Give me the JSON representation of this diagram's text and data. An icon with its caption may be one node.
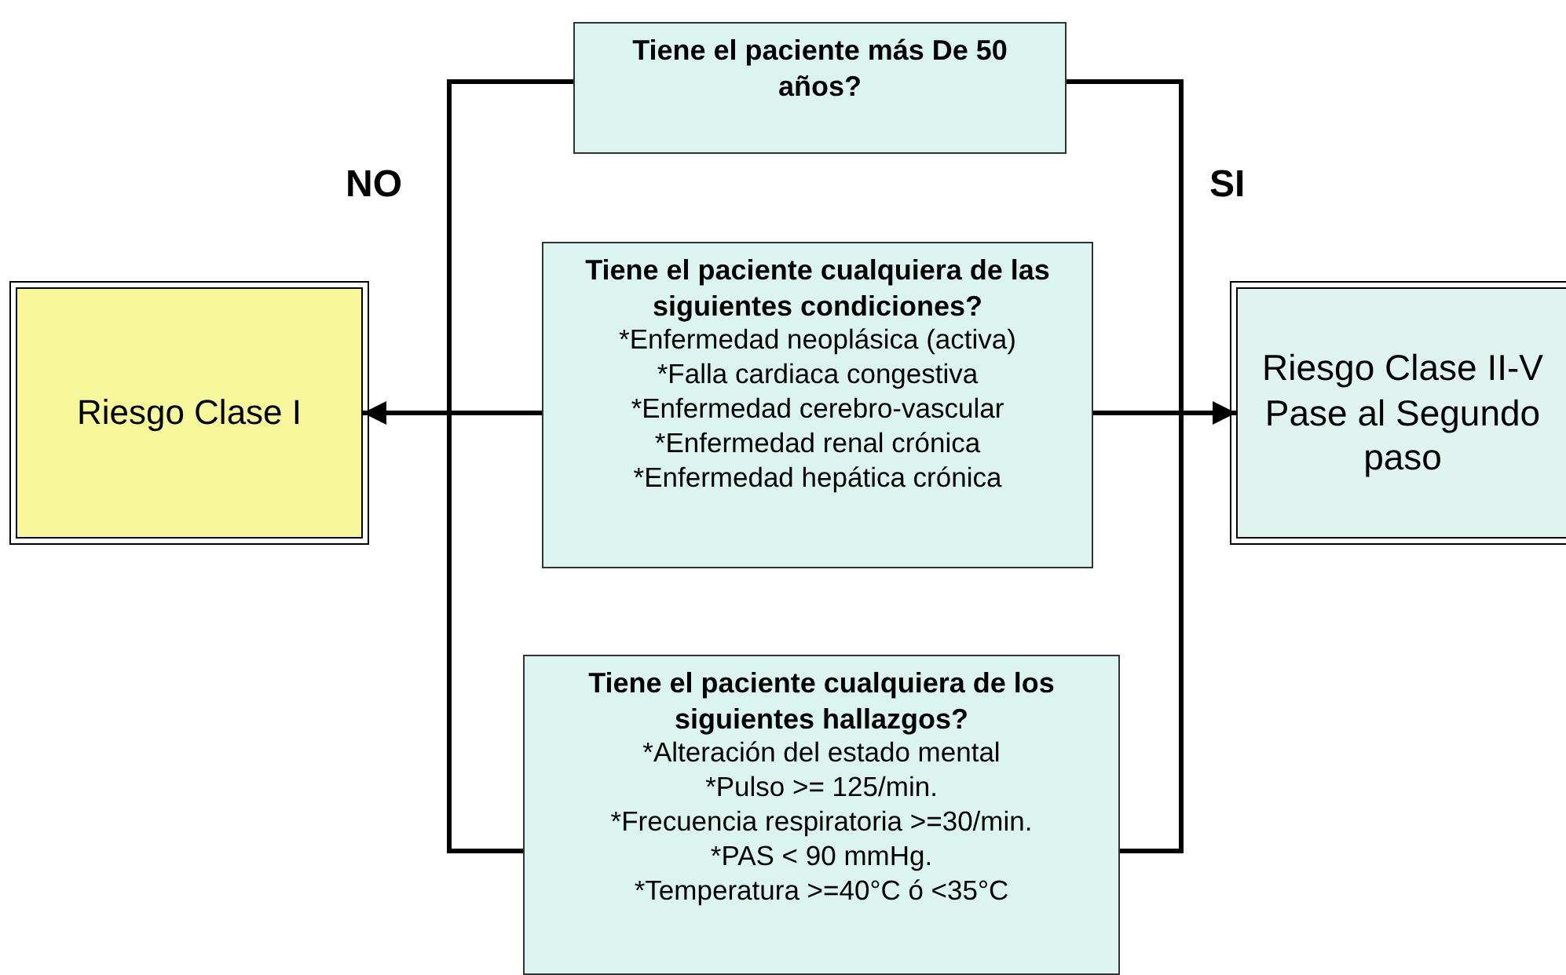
{
  "diagram": {
    "nodes": [
      {
        "text": [
          "Tiene el paciente más De 50 años?"
        ]
      },
      {
        "text": [
          "Tiene el paciente cualquiera de las siguientes condiciones?",
          "*Enfermedad neoplásica (activa)",
          "*Falla cardiaca congestiva",
          "*Enfermedad cerebro-vascular",
          "*Enfermedad renal crónica",
          "*Enfermedad hepática crónica"
        ]
      },
      {
        "text": [
          "Riesgo Clase I"
        ]
      },
      {
        "text": [
          "Riesgo Clase II-V Pase al Segundo paso"
        ]
      },
      {
        "text": [
          "Tiene el paciente cualquiera de los siguientes hallazgos?",
          "*Alteración del estado mental",
          "*Pulso >= 125/min.",
          "*Frecuencia respiratoria >=30/min.",
          "*PAS < 90 mmHg.",
          "*Temperatura >=40°C ó <35°C"
        ]
      }
    ],
    "edges": [
      {
        "from": 0,
        "to": 4,
        "arrow": "none"
      },
      {
        "from": 0,
        "to": 4,
        "arrow": "none"
      },
      {
        "from": 1,
        "to": 2,
        "arrow": "to"
      },
      {
        "from": 1,
        "to": 3,
        "arrow": "to"
      }
    ],
    "labels": [
      "NO",
      "SI"
    ]
  }
}
